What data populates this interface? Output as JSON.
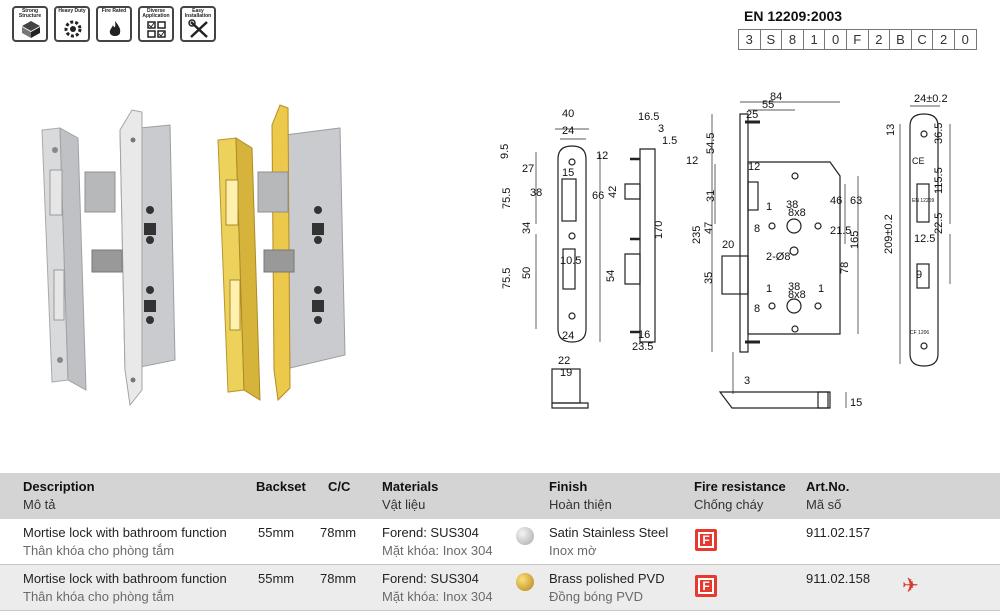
{
  "features": [
    {
      "name": "strong-structure",
      "caption": "Strong Structure"
    },
    {
      "name": "heavy-duty",
      "caption": "Heavy Duty"
    },
    {
      "name": "fire-rated",
      "caption": "Fire Rated"
    },
    {
      "name": "diverse-application",
      "caption": "Diverse Application"
    },
    {
      "name": "easy-installation",
      "caption": "Easy Installation"
    }
  ],
  "standard": {
    "title": "EN 12209:2003",
    "codes": [
      "3",
      "S",
      "8",
      "1",
      "0",
      "F",
      "2",
      "B",
      "C",
      "2",
      "0"
    ]
  },
  "drawings": {
    "faceplate": [
      "40",
      "24",
      "9.5",
      "27",
      "12",
      "15",
      "75.5",
      "38",
      "66",
      "34",
      "75.5",
      "50",
      "10.5",
      "24"
    ],
    "side": [
      "16.5",
      "3",
      "1.5",
      "12",
      "42",
      "170",
      "54",
      "16",
      "23.5"
    ],
    "body": [
      "84",
      "55",
      "25",
      "54.5",
      "12",
      "31",
      "1",
      "8",
      "38",
      "8x8",
      "46",
      "63",
      "235",
      "47",
      "20",
      "21.5",
      "2-Ø8",
      "165",
      "78",
      "35",
      "1",
      "38",
      "8x8",
      "1",
      "8"
    ],
    "strike": [
      "24±0.2",
      "13",
      "36.5",
      "115.5",
      "209±0.2",
      "12.5",
      "22.5",
      "9"
    ],
    "strike_text": [
      "CE",
      "EN 12209",
      "CF 1206"
    ],
    "bolt": [
      "22",
      "19"
    ],
    "latch": [
      "3",
      "15"
    ]
  },
  "table": {
    "headers": {
      "description": {
        "en": "Description",
        "vi": "Mô tả"
      },
      "backset": "Backset",
      "cc": "C/C",
      "materials": {
        "en": "Materials",
        "vi": "Vật liệu"
      },
      "finish": {
        "en": "Finish",
        "vi": "Hoàn thiện"
      },
      "fire": {
        "en": "Fire resistance",
        "vi": "Chống cháy"
      },
      "artno": {
        "en": "Art.No.",
        "vi": "Mã số"
      }
    },
    "rows": [
      {
        "desc_en": "Mortise lock with bathroom function",
        "desc_vi": "Thân khóa cho phòng tắm",
        "backset": "55mm",
        "cc": "78mm",
        "mat_en": "Forend: SUS304",
        "mat_vi": "Mặt khóa: Inox 304",
        "finish_en": "Satin Stainless Steel",
        "finish_vi": "Inox mờ",
        "fire": "F",
        "artno": "911.02.157",
        "swatch": "#c9c9c9"
      },
      {
        "desc_en": "Mortise lock with bathroom function",
        "desc_vi": "Thân khóa cho phòng tắm",
        "backset": "55mm",
        "cc": "78mm",
        "mat_en": "Forend: SUS304",
        "mat_vi": "Mặt khóa: Inox 304",
        "finish_en": "Brass polished PVD",
        "finish_vi": "Đồng bóng PVD",
        "fire": "F",
        "artno": "911.02.158",
        "swatch": "#d8a824"
      }
    ]
  },
  "colors": {
    "fire_badge": "#e63a2f",
    "brass": "#e6c448",
    "steel": "#c7c9cc"
  }
}
